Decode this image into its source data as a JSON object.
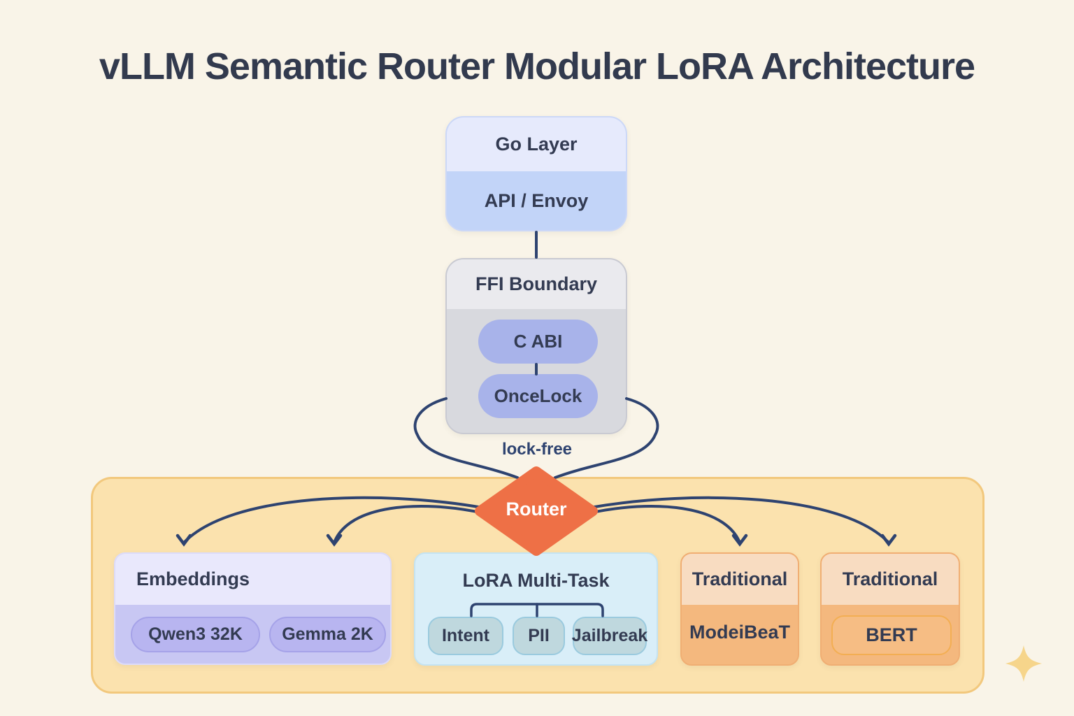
{
  "title": "vLLM Semantic Router Modular LoRA Architecture",
  "stack": {
    "go_layer": {
      "title": "Go Layer",
      "subtitle": "API / Envoy"
    },
    "ffi_boundary": {
      "title": "FFI Boundary",
      "pills": [
        "C ABI",
        "OnceLock"
      ]
    },
    "edge_label": "lock-free",
    "router_label": "Router"
  },
  "backends": {
    "embeddings": {
      "title": "Embeddings",
      "models": [
        "Qwen3 32K",
        "Gemma 2K"
      ]
    },
    "lora_multitask": {
      "title": "LoRA Multi-Task",
      "adapters": [
        "Intent",
        "PII",
        "Jailbreak"
      ]
    },
    "traditional_left": {
      "title": "Traditional",
      "model": "ModeiBeaT"
    },
    "traditional_right": {
      "title": "Traditional",
      "model": "BERT"
    }
  },
  "icons": {
    "sparkle": "sparkle-icon"
  },
  "colors": {
    "background": "#f9f4e8",
    "title_text": "#323a4e",
    "connector_navy": "#2e4370",
    "router_orange": "#ee7046",
    "container_fill": "#fbe2ae",
    "container_border": "#f2c87d",
    "go_layer_header": "#e6eafc",
    "go_layer_body": "#c2d4f8",
    "ffi_header": "#eaeaee",
    "ffi_body": "#d8d9de",
    "ffi_pill": "#a8b3ea",
    "embeddings_header": "#e9e8fc",
    "embeddings_body": "#c8c7f3",
    "embeddings_pill": "#b8b5f0",
    "lora_fill": "#d9eef8",
    "lora_pill": "#bfd8de",
    "traditional_header": "#f8dcc1",
    "traditional_body": "#f4b87e",
    "bert_pill_border": "#f3ae53",
    "sparkle_gold": "#f6d58b"
  }
}
